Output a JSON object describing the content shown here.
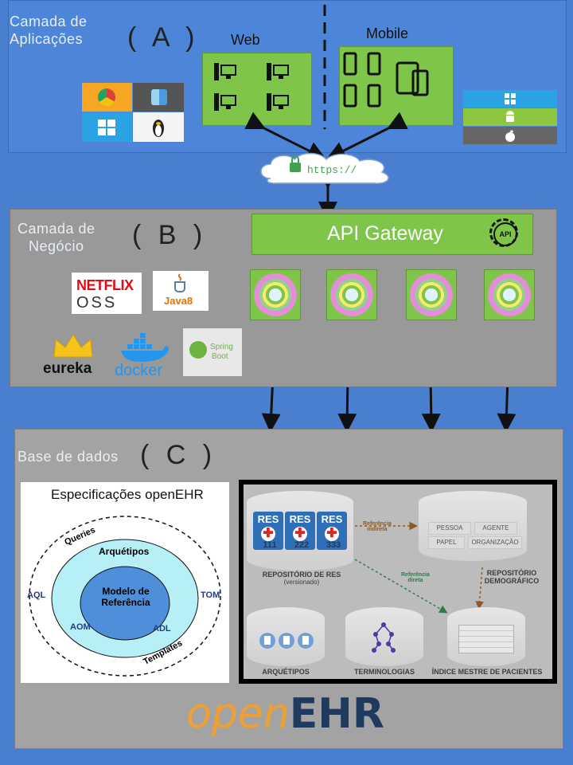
{
  "layer_a": {
    "title_line1": "Camada de",
    "title_line2": "Aplicações",
    "letter": "( A )",
    "web_label": "Web",
    "mobile_label": "Mobile"
  },
  "connection": {
    "label": "https://"
  },
  "layer_b": {
    "title_line1": "Camada de",
    "title_line2": "Negócio",
    "letter": "( B )",
    "gateway_label": "API Gateway",
    "gateway_badge": "API"
  },
  "tech_logos": {
    "netflix": "NETFLIX",
    "oss": "OSS",
    "java": "Java8",
    "eureka": "eureka",
    "docker": "docker",
    "spring": "Spring",
    "boot": "Boot"
  },
  "layer_c": {
    "title": "Base de dados",
    "letter": "( C )"
  },
  "spec": {
    "title": "Especificações openEHR",
    "ring_outer_top": "Queries",
    "ring_outer_left": "AQL",
    "ring_outer_right": "TOM",
    "ring_outer_bottom": "Templates",
    "ring_middle_top": "Arquétipos",
    "ring_middle_left": "AOM",
    "ring_middle_right": "ADL",
    "core_line1": "Modelo de",
    "core_line2": "Referência"
  },
  "repo": {
    "res_label": "RES",
    "res_ids": [
      "111",
      "222",
      "333"
    ],
    "res_repo_line1": "REPOSITÓRIO DE RES",
    "res_repo_line2": "(versionado)",
    "ref_indirect_line1": "Referência",
    "ref_indirect_line2": "indireta",
    "ref_direct_line1": "Referência",
    "ref_direct_line2": "direta",
    "demo_tags": [
      "PESSOA",
      "AGENTE",
      "PAPEL",
      "ORGANIZAÇÃO"
    ],
    "demo_repo_line1": "REPOSITÓRIO",
    "demo_repo_line2": "DEMOGRÁFICO",
    "archetypes": "ARQUÉTIPOS",
    "terminologies": "TERMINOLOGIAS",
    "patient_index": "ÍNDICE MESTRE DE PACIENTES"
  },
  "brand": {
    "open": "open",
    "ehr": "EHR"
  },
  "colors": {
    "layer_a": "#4d86d8",
    "gateway_green": "#7ec54a",
    "brand_orange": "#f0a030",
    "brand_navy": "#1f3a5f",
    "res_blue": "#2f6fb8",
    "ref_indirect": "#8b5a2b",
    "ref_direct": "#2f7a4f"
  }
}
